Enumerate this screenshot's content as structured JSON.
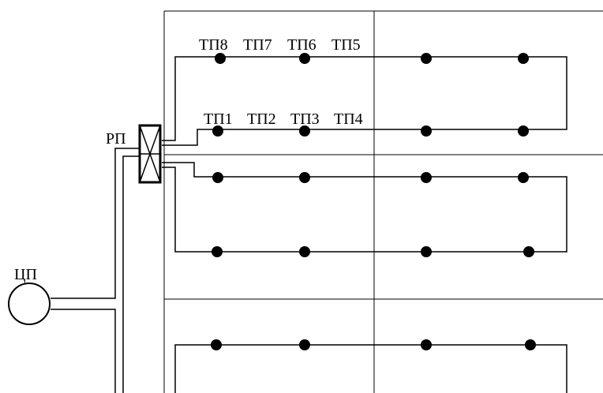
{
  "labels": {
    "rp": "РП",
    "cp": "ЦП",
    "top_row": [
      "ТП8",
      "ТП7",
      "ТП6",
      "ТП5"
    ],
    "second_row": [
      "ТП1",
      "ТП2",
      "ТП3",
      "ТП4"
    ]
  },
  "colors": {
    "line": "#000000",
    "background": "#ffffff"
  }
}
